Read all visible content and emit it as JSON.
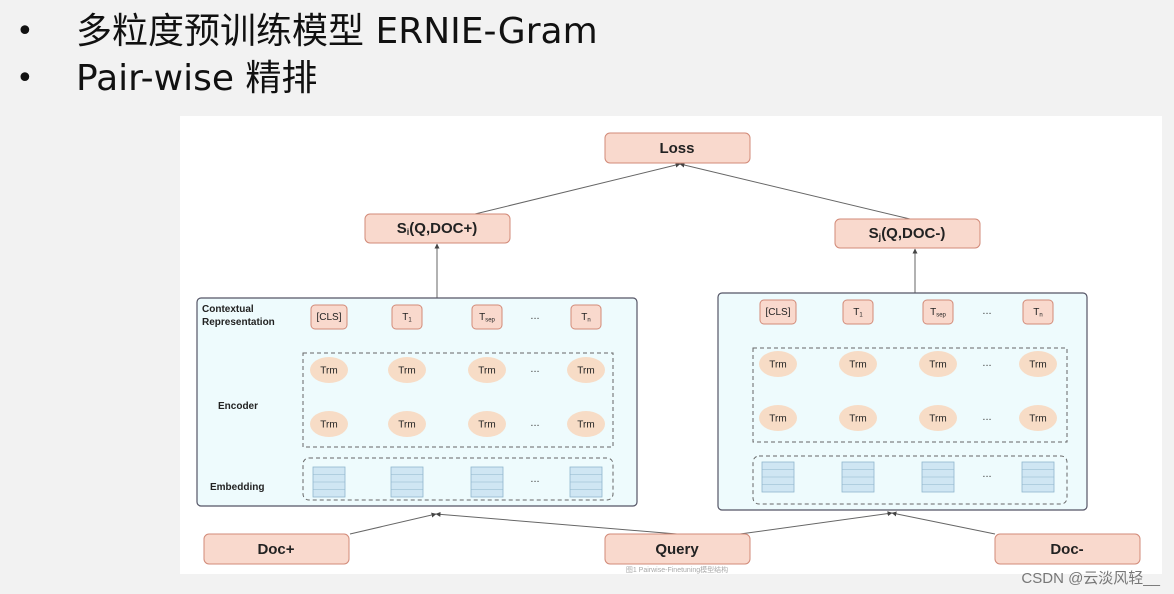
{
  "bullets": [
    {
      "text": "多粒度预训练模型 ERNIE-Gram"
    },
    {
      "text": "Pair-wise 精排"
    }
  ],
  "diagram": {
    "loss": "Loss",
    "score_pos": {
      "main": "S",
      "sub": "i",
      "rest": "(Q,DOC+)"
    },
    "score_neg": {
      "main": "S",
      "sub": "j",
      "rest": "(Q,DOC-)"
    },
    "layer_labels": {
      "contextual_1": "Contextual",
      "contextual_2": "Representation",
      "encoder": "Encoder",
      "embedding": "Embedding"
    },
    "tokens": [
      {
        "main": "[CLS]",
        "sub": ""
      },
      {
        "main": "T",
        "sub": "1"
      },
      {
        "main": "T",
        "sub": "sep"
      },
      {
        "main": "...",
        "sub": ""
      },
      {
        "main": "T",
        "sub": "n"
      }
    ],
    "trm": "Trm",
    "dots": "...",
    "inputs": {
      "doc_pos": "Doc+",
      "query": "Query",
      "doc_neg": "Doc-"
    },
    "caption": "图1 Pairwise-Finetuning模型结构"
  },
  "watermark": "CSDN @云淡风轻__",
  "colors": {
    "box_fill": "#f9d9cd",
    "box_stroke": "#d28a78",
    "panel_fill": "#eefbfd",
    "trm_fill": "#f7dcc6",
    "embed_fill": "#cfe6f3"
  }
}
